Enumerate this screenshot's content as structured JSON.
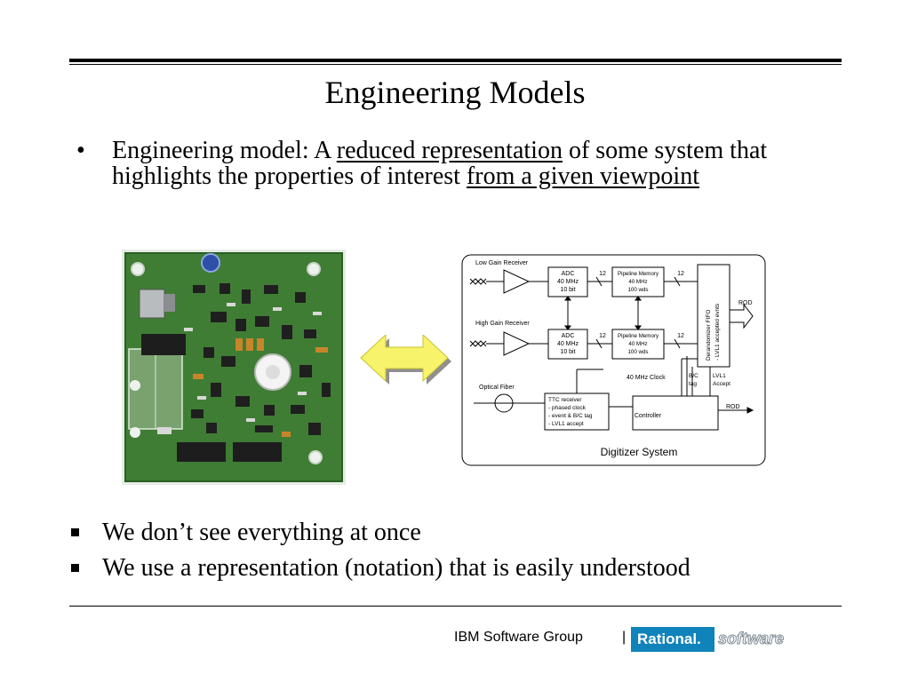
{
  "title": "Engineering Models",
  "bullet": {
    "prefix": "Engineering model: A ",
    "term1": "reduced representation",
    "middle": " of some system that highlights the properties of interest ",
    "term2": "from a given viewpoint"
  },
  "subpoints": [
    "We don’t see everything at once",
    "We use a representation (notation) that is easily understood"
  ],
  "diagram": {
    "low_gain": "Low Gain Receiver",
    "high_gain": "High Gain Receiver",
    "adc": [
      "ADC",
      "40 MHz",
      "10 bit"
    ],
    "pipeline": [
      "Pipeline Memory",
      "40 MHz",
      "100 wds"
    ],
    "bus_width": "12",
    "fifo": [
      "Derandomizer FIFO",
      "- LVL1 accepted evnts"
    ],
    "rod": "ROD",
    "clock": "40 MHz Clock",
    "bc_tag": [
      "B/C",
      "tag"
    ],
    "lvl1": [
      "LVL1",
      "Accept"
    ],
    "optical": "Optical Fiber",
    "ttc": [
      "TTC receiver",
      "- phased clock",
      "- event & B/C tag",
      "- LVL1 accept"
    ],
    "controller": "Controller",
    "system": "Digitizer System"
  },
  "footer": {
    "group": "IBM Software Group",
    "separator": "|",
    "brand": "Rational.",
    "product": "software"
  },
  "colors": {
    "pcb_green": "#3f7d34",
    "arrow_yellow": "#f7f36a",
    "rational_blue": "#0f83ba"
  }
}
